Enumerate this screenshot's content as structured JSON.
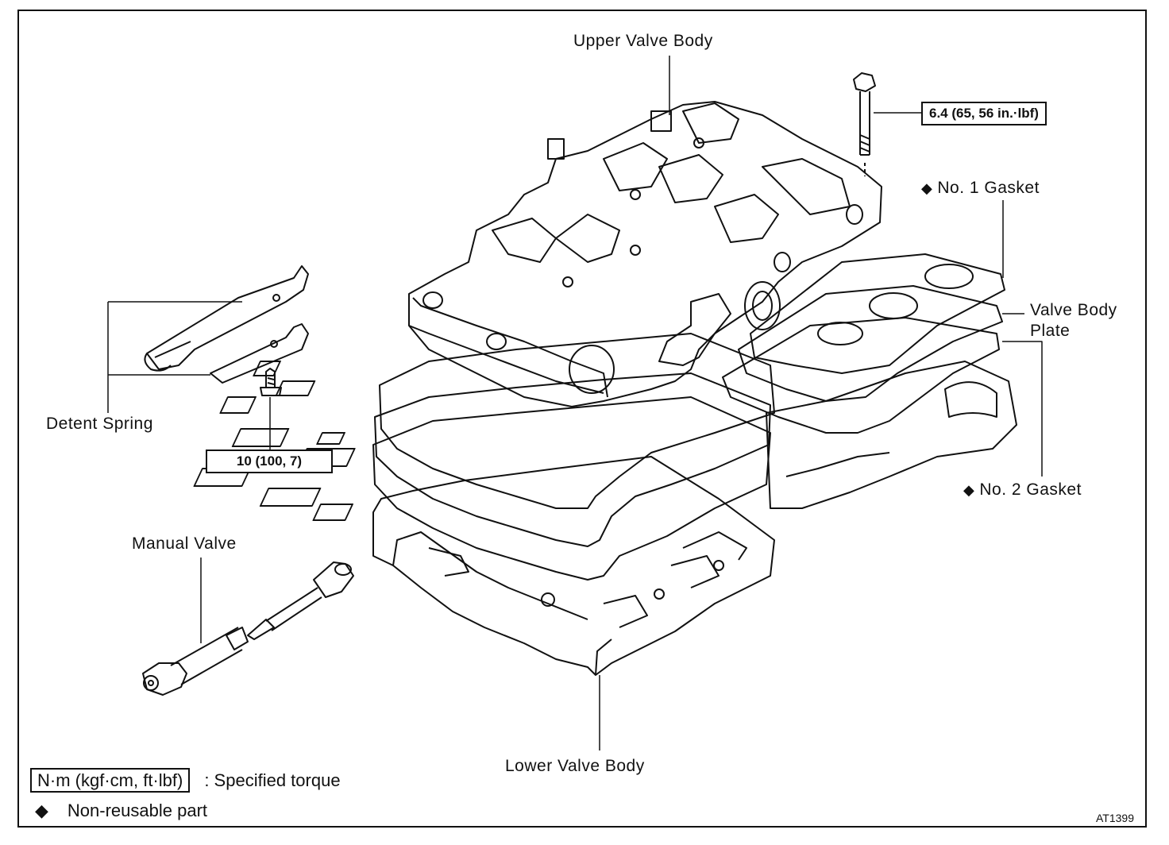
{
  "labels": {
    "upper_valve_body": "Upper Valve Body",
    "no1_gasket": "No. 1 Gasket",
    "valve_body_plate_line1": "Valve Body",
    "valve_body_plate_line2": "Plate",
    "no2_gasket": "No. 2 Gasket",
    "lower_valve_body": "Lower Valve Body",
    "detent_spring": "Detent Spring",
    "manual_valve": "Manual Valve"
  },
  "torque": {
    "bolt_upper": "6.4 (65, 56 in.·lbf)",
    "bolt_detent": "10 (100, 7)"
  },
  "legend": {
    "torque_box": "N·m (kgf·cm, ft·lbf)",
    "torque_text": ":  Specified torque",
    "nonreusable_symbol": "◆",
    "nonreusable_text": "Non-reusable part"
  },
  "diamond_symbol": "◆",
  "figure_code": "AT1399"
}
